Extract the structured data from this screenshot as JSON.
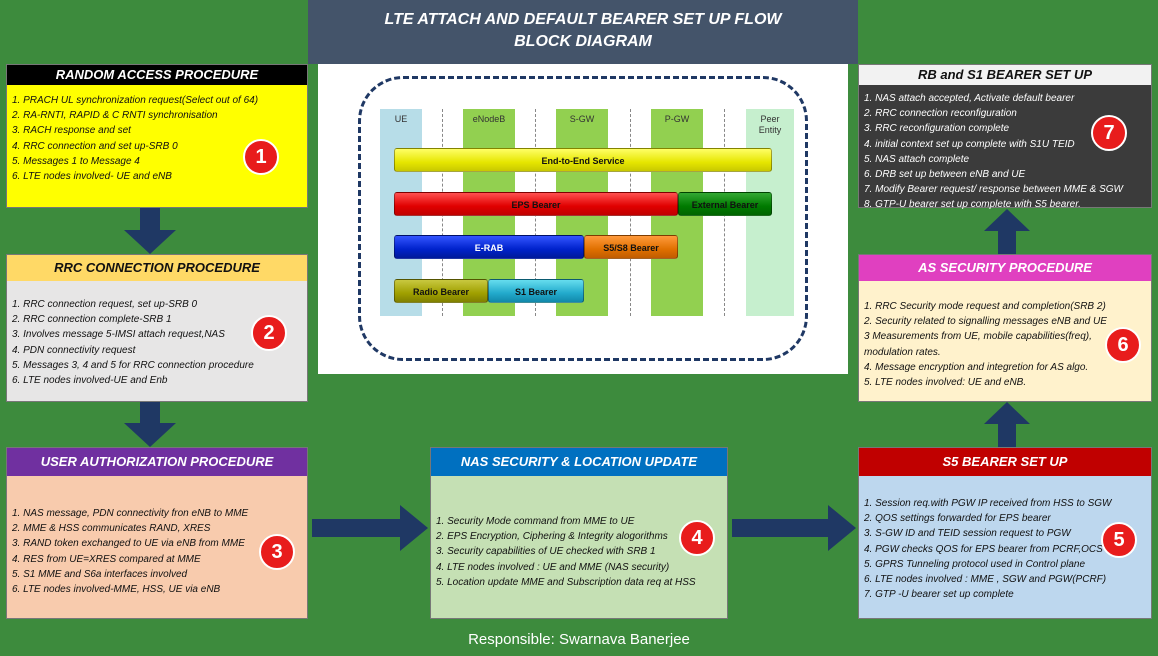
{
  "title": {
    "line1": "LTE ATTACH AND DEFAULT BEARER SET UP FLOW",
    "line2": "BLOCK DIAGRAM"
  },
  "boxes": {
    "b1": {
      "header": "RANDOM ACCESS PROCEDURE",
      "number": "1",
      "items": [
        "1. PRACH UL synchronization request(Select out of 64)",
        "2. RA-RNTI, RAPID & C RNTI synchronisation",
        "3. RACH response and set",
        "4. RRC connection and set up-SRB 0",
        "5. Messages 1 to Message 4",
        "6. LTE nodes involved- UE and eNB"
      ]
    },
    "b2": {
      "header": "RRC CONNECTION PROCEDURE",
      "number": "2",
      "items": [
        "1. RRC connection request, set up-SRB 0",
        "2. RRC connection complete-SRB 1",
        "3. Involves message 5-IMSI attach request,NAS",
        "4. PDN connectivity request",
        "5. Messages 3, 4 and 5 for RRC connection procedure",
        "6. LTE nodes involved-UE and Enb"
      ]
    },
    "b3": {
      "header": "USER AUTHORIZATION PROCEDURE",
      "number": "3",
      "items": [
        "1. NAS message, PDN connectivity fron eNB to MME",
        "2. MME & HSS communicates RAND, XRES",
        "3. RAND token exchanged to UE via eNB from MME",
        "4. RES from UE=XRES compared at MME",
        "5. S1 MME and S6a interfaces involved",
        "6. LTE nodes involved-MME, HSS, UE via eNB"
      ]
    },
    "b4": {
      "header": "NAS SECURITY & LOCATION UPDATE",
      "number": "4",
      "items": [
        "1. Security Mode command from MME to UE",
        "2. EPS Encryption, Ciphering & Integrity alogorithms",
        "3. Security capabilities of UE checked with SRB 1",
        "4. LTE nodes involved : UE and MME (NAS security)",
        "5. Location update MME and Subscription data req at HSS"
      ]
    },
    "b5": {
      "header": "S5 BEARER SET UP",
      "number": "5",
      "items": [
        "1. Session req.with PGW IP received from HSS to SGW",
        "2. QOS settings forwarded for EPS bearer",
        "3. S-GW ID and TEID session request to PGW",
        "4. PGW checks QOS for EPS bearer from PCRF,OCS",
        "5. GPRS Tunneling protocol used in Control plane",
        "6. LTE nodes involved : MME , SGW and PGW(PCRF)",
        "7. GTP -U bearer set up complete"
      ]
    },
    "b6": {
      "header": "AS SECURITY PROCEDURE",
      "number": "6",
      "items": [
        "1. RRC Security mode request and completion(SRB 2)",
        "2. Security related to signalling messages eNB and UE",
        "3 Measurements from UE, mobile capabilities(freq),",
        "modulation rates.",
        "4. Message encryption and integretion for AS algo.",
        "5. LTE nodes involved: UE and eNB."
      ]
    },
    "b7": {
      "header": "RB and S1 BEARER SET UP",
      "number": "7",
      "items": [
        "1. NAS attach accepted, Activate default bearer",
        "2. RRC connection reconfiguration",
        "3. RRC reconfiguration complete",
        "4. initial context set up complete with S1U TEID",
        "5. NAS attach complete",
        "6. DRB set up between eNB and UE",
        "7. Modify Bearer request/ response between MME & SGW",
        "8. GTP-U bearer set up complete with S5 bearer."
      ]
    }
  },
  "bearer_diagram": {
    "columns": [
      "UE",
      "eNodeB",
      "S-GW",
      "P-GW",
      "Peer Entity"
    ],
    "bars": {
      "end_to_end": "End-to-End Service",
      "eps": "EPS Bearer",
      "external": "External Bearer",
      "erab": "E-RAB",
      "s5s8": "S5/S8 Bearer",
      "radio": "Radio Bearer",
      "s1": "S1 Bearer"
    }
  },
  "footer": "Responsible: Swarnava Banerjee",
  "colors": {
    "background": "#3d8b3d",
    "title_bg": "#44546a",
    "number_circle": "#e81c1c",
    "arrow": "#1f3864"
  }
}
